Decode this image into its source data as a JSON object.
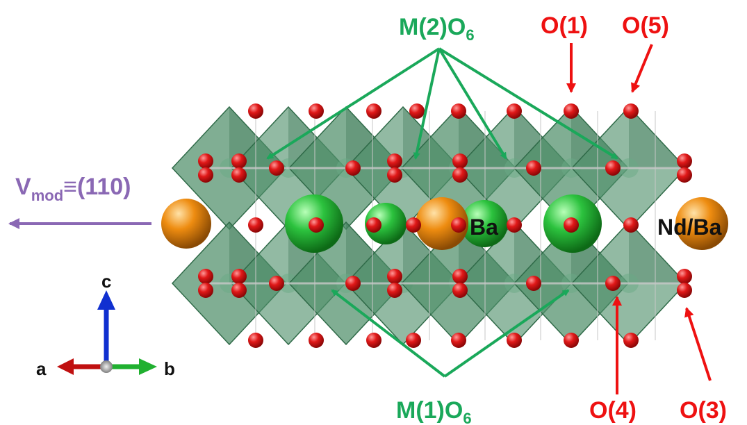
{
  "labels": {
    "m2o6_main": "M(2)O",
    "m2o6_sub": "6",
    "m1o6_main": "M(1)O",
    "m1o6_sub": "6",
    "o1": "O(1)",
    "o5": "O(5)",
    "o4": "O(4)",
    "o3": "O(3)",
    "ba": "Ba",
    "ndba": "Nd/Ba",
    "vmod_main": "V",
    "vmod_sub": "mod",
    "vmod_rest": "≡(110)",
    "axis_a": "a",
    "axis_b": "b",
    "axis_c": "c"
  },
  "colors": {
    "green_label": "#1aa85a",
    "red_label": "#ee1111",
    "purple": "#8a68b4",
    "octahedron": "#4f8f6a",
    "oxygen": "#d31212",
    "ba_sphere": "#22b63a",
    "nd_sphere": "#e88a12",
    "axis_a": "#c01010",
    "axis_b": "#20b030",
    "axis_c": "#1030d0"
  },
  "icons": {
    "oxygen_atom": "red-sphere",
    "ba_atom": "green-sphere",
    "nd_ba_atom": "orange-sphere",
    "octahedron": "green-octahedron"
  }
}
